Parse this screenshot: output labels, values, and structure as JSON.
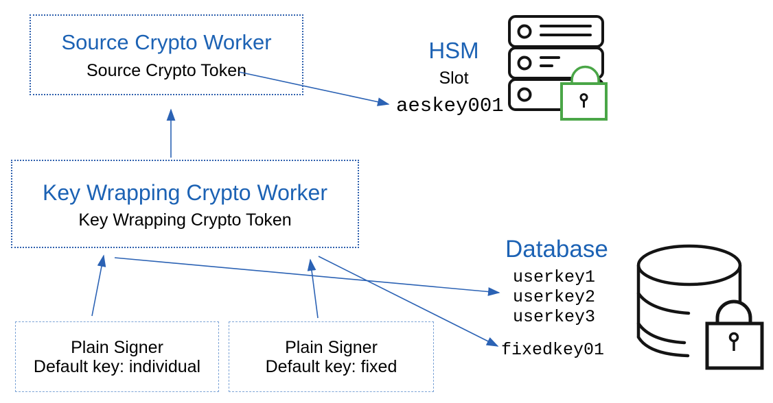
{
  "colors": {
    "accent_blue": "#1c62b4",
    "arrow_blue": "#2b62b4",
    "worker_border_blue": "#2d5fad",
    "signer_border_blue": "#7ba3d6",
    "lock_green": "#4aa647",
    "icon_black": "#141414"
  },
  "source_worker": {
    "title": "Source Crypto Worker",
    "token": "Source Crypto Token"
  },
  "key_wrapping_worker": {
    "title": "Key Wrapping Crypto Worker",
    "token": "Key Wrapping Crypto Token"
  },
  "plain_signer_individual": {
    "title": "Plain Signer",
    "default_key": "Default key: individual"
  },
  "plain_signer_fixed": {
    "title": "Plain Signer",
    "default_key": "Default key: fixed"
  },
  "hsm": {
    "title": "HSM",
    "slot_label": "Slot",
    "key": "aeskey001"
  },
  "database": {
    "title": "Database",
    "user_keys": [
      "userkey1",
      "userkey2",
      "userkey3"
    ],
    "fixed_key": "fixedkey01"
  },
  "icons": {
    "hsm": "server-rack-icon",
    "hsm_lock": "green-padlock-icon",
    "database": "database-cylinder-icon",
    "database_lock": "black-padlock-icon"
  }
}
